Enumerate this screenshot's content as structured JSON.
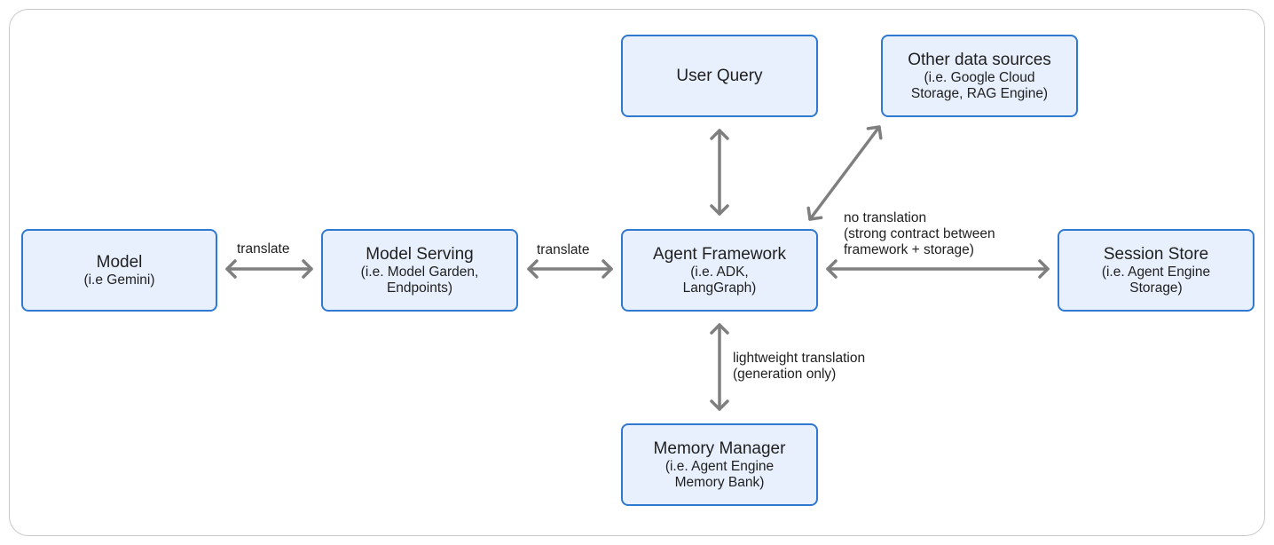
{
  "nodes": {
    "model": {
      "title": "Model",
      "sub": "(i.e Gemini)"
    },
    "model_serving": {
      "title": "Model Serving",
      "sub": "(i.e. Model Garden,\nEndpoints)"
    },
    "agent_framework": {
      "title": "Agent Framework",
      "sub": "(i.e. ADK,\nLangGraph)"
    },
    "user_query": {
      "title": "User Query",
      "sub": ""
    },
    "other_data_sources": {
      "title": "Other data sources",
      "sub": "(i.e. Google Cloud\nStorage, RAG Engine)"
    },
    "session_store": {
      "title": "Session Store",
      "sub": "(i.e. Agent Engine\nStorage)"
    },
    "memory_manager": {
      "title": "Memory Manager",
      "sub": "(i.e. Agent Engine\nMemory Bank)"
    }
  },
  "edges": {
    "model_to_serving": "translate",
    "serving_to_framework": "translate",
    "framework_to_session": "no translation\n(strong contract between\nframework + storage)",
    "framework_to_memory": "lightweight translation\n(generation only)"
  },
  "colors": {
    "box_fill": "#e8f0fe",
    "box_border": "#2f79d1",
    "arrow": "#7f7f7f",
    "text": "#1f1f1f",
    "frame_border": "#c8c8c8"
  }
}
